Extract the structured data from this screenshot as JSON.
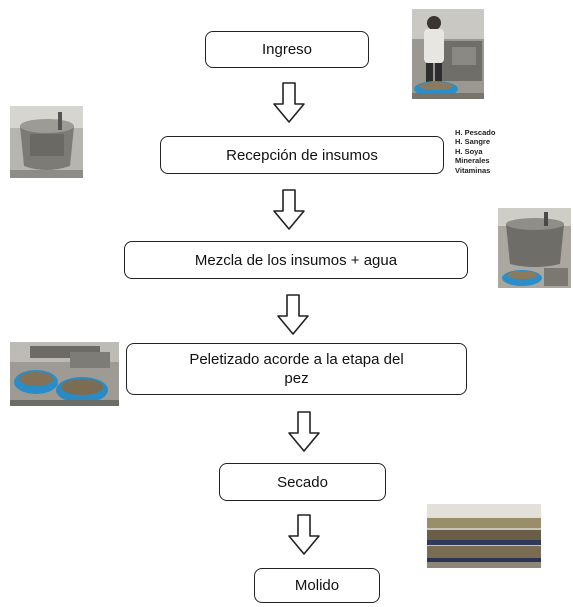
{
  "diagram": {
    "steps": [
      {
        "id": "ingreso",
        "label": "Ingreso"
      },
      {
        "id": "recepcion",
        "label": "Recepción de insumos"
      },
      {
        "id": "mezcla",
        "label": "Mezcla de los insumos + agua"
      },
      {
        "id": "peletizado",
        "label_line1": "Peletizado acorde a la etapa del",
        "label_line2": "pez"
      },
      {
        "id": "secado",
        "label": "Secado"
      },
      {
        "id": "molido",
        "label": "Molido"
      }
    ],
    "ingredients": [
      "H. Pescado",
      "H. Sangre",
      "H. Soya",
      "Minerales",
      "Vitaminas"
    ],
    "photos": [
      {
        "depicts": "worker-at-mixing-machine-photo"
      },
      {
        "depicts": "mixing-tank-photo"
      },
      {
        "depicts": "mixer-with-blue-tub-photo"
      },
      {
        "depicts": "blue-tubs-with-feed-photo"
      },
      {
        "depicts": "drying-trays-photo"
      }
    ]
  }
}
